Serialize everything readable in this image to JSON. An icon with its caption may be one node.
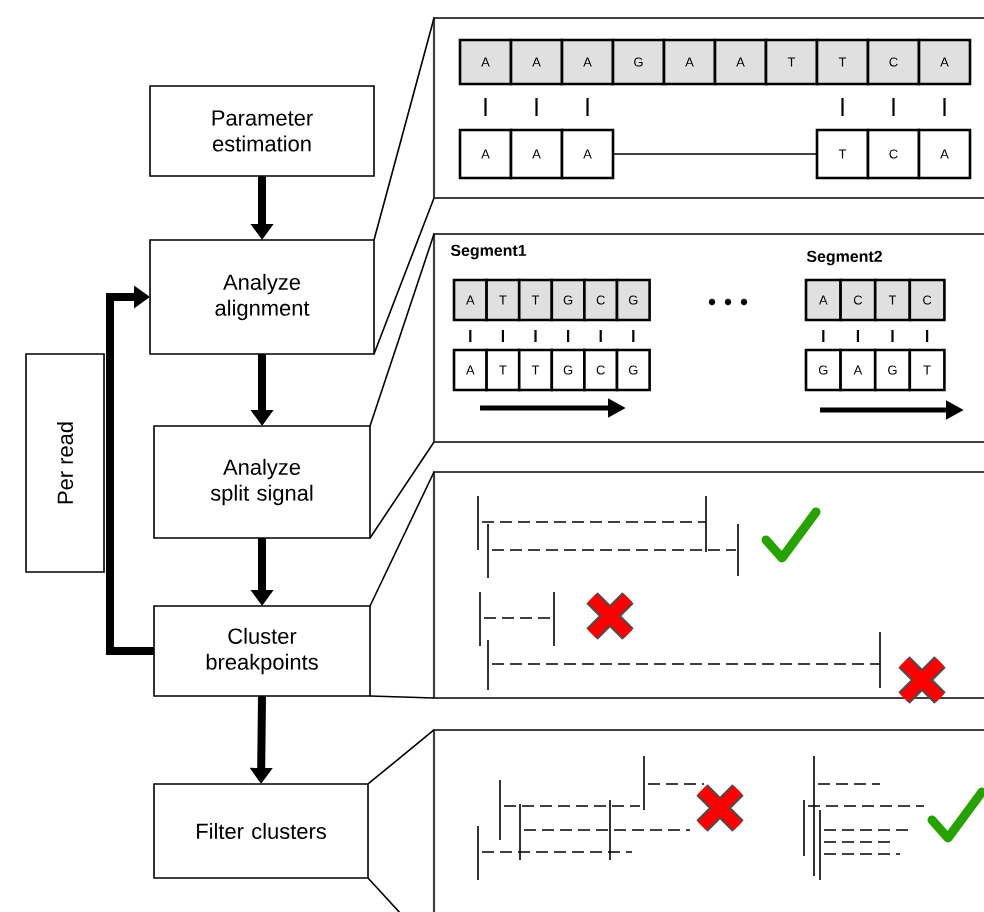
{
  "diagram": {
    "nodes": [
      {
        "text": [
          "Parameter estimation"
        ]
      },
      {
        "text": [
          "Analyze alignment"
        ]
      },
      {
        "text": [
          "Analyze split signal"
        ]
      },
      {
        "text": [
          "Cluster breakpoints"
        ]
      },
      {
        "text": [
          "Filter clusters"
        ]
      },
      {
        "text": [
          "Per read"
        ]
      },
      {
        "text": [],
        "shape": "box"
      },
      {
        "text": [
          "A"
        ],
        "in": 6
      },
      {
        "text": [
          "A"
        ],
        "in": 6
      },
      {
        "text": [
          "A"
        ],
        "in": 6
      },
      {
        "text": [
          "G"
        ],
        "in": 6
      },
      {
        "text": [
          "A"
        ],
        "in": 6
      },
      {
        "text": [
          "A"
        ],
        "in": 6
      },
      {
        "text": [
          "T"
        ],
        "in": 6
      },
      {
        "text": [
          "T"
        ],
        "in": 6
      },
      {
        "text": [
          "C"
        ],
        "in": 6
      },
      {
        "text": [
          "A"
        ],
        "in": 6
      },
      {
        "text": [
          "A"
        ],
        "in": 6
      },
      {
        "text": [
          "A"
        ],
        "in": 6
      },
      {
        "text": [
          "A"
        ],
        "in": 6
      },
      {
        "text": [
          "T"
        ],
        "in": 6
      },
      {
        "text": [
          "C"
        ],
        "in": 6
      },
      {
        "text": [
          "A"
        ],
        "in": 6
      },
      {
        "text": [],
        "shape": "box"
      },
      {
        "text": [
          "A"
        ],
        "in": 23
      },
      {
        "text": [
          "T"
        ],
        "in": 23
      },
      {
        "text": [
          "T"
        ],
        "in": 23
      },
      {
        "text": [
          "G"
        ],
        "in": 23
      },
      {
        "text": [
          "C"
        ],
        "in": 23
      },
      {
        "text": [
          "G"
        ],
        "in": 23
      },
      {
        "text": [
          "A"
        ],
        "in": 23
      },
      {
        "text": [
          "T"
        ],
        "in": 23
      },
      {
        "text": [
          "T"
        ],
        "in": 23
      },
      {
        "text": [
          "G"
        ],
        "in": 23
      },
      {
        "text": [
          "C"
        ],
        "in": 23
      },
      {
        "text": [
          "G"
        ],
        "in": 23
      },
      {
        "text": [
          "A"
        ],
        "in": 23
      },
      {
        "text": [
          "C"
        ],
        "in": 23
      },
      {
        "text": [
          "T"
        ],
        "in": 23
      },
      {
        "text": [
          "C"
        ],
        "in": 23
      },
      {
        "text": [
          "G"
        ],
        "in": 23
      },
      {
        "text": [
          "A"
        ],
        "in": 23
      },
      {
        "text": [
          "G"
        ],
        "in": 23
      },
      {
        "text": [
          "T"
        ],
        "in": 23
      },
      {
        "text": [],
        "shape": "box"
      },
      {
        "text": [],
        "shape": "box"
      }
    ],
    "edges": [
      {
        "from": 0,
        "to": 1,
        "arrow": "to",
        "style": "thick"
      },
      {
        "from": 1,
        "to": 2,
        "arrow": "to",
        "style": "thick"
      },
      {
        "from": 2,
        "to": 3,
        "arrow": "to",
        "style": "thick"
      },
      {
        "from": 3,
        "to": 4,
        "arrow": "to",
        "style": "thick"
      },
      {
        "from": 3,
        "to": 1,
        "arrow": "to",
        "style": "thick"
      },
      {
        "from": 1,
        "to": 6,
        "arrow": "none"
      },
      {
        "from": 2,
        "to": 23,
        "arrow": "none"
      },
      {
        "from": 3,
        "to": 44,
        "arrow": "none"
      },
      {
        "from": 4,
        "to": 45,
        "arrow": "none"
      },
      {
        "from": 19,
        "to": 20,
        "arrow": "none"
      }
    ],
    "labels": [
      "Segment1",
      "Segment2"
    ]
  }
}
